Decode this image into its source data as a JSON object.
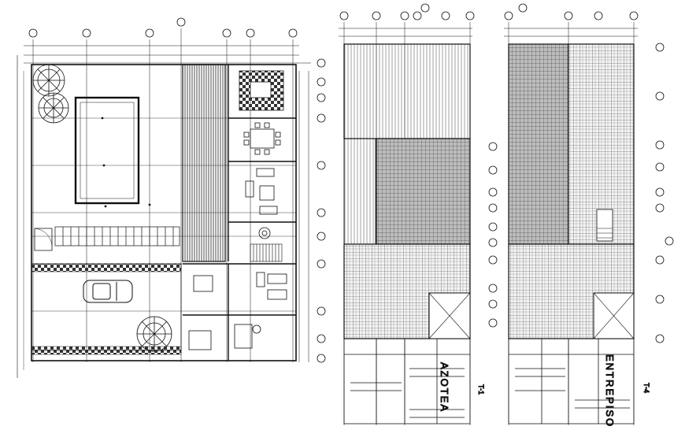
{
  "colors": {
    "background": "#ffffff",
    "ink": "#111111",
    "hatch": "#222222"
  },
  "sheets": {
    "ground_floor": {
      "labels": []
    },
    "roof_plan": {
      "title": "AZOTEA",
      "code": "T-1"
    },
    "mezzanine_plan": {
      "title": "ENTREPISO",
      "code": "T-4"
    }
  }
}
